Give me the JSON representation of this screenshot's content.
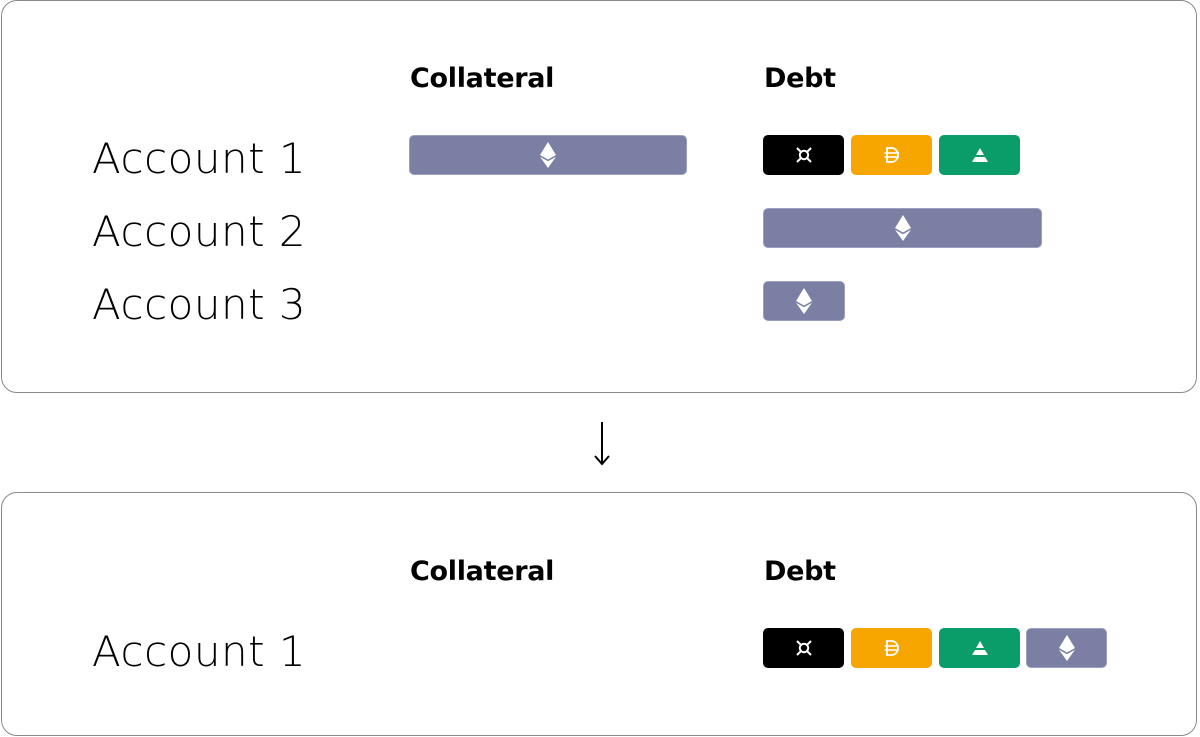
{
  "before": {
    "collateral_header": "Collateral",
    "debt_header": "Debt",
    "accounts": [
      {
        "label": "Account 1",
        "collateral": [
          "eth-icon"
        ],
        "debt": [
          "generic-currency-icon",
          "dai-icon",
          "prism-icon"
        ]
      },
      {
        "label": "Account 2",
        "collateral": [],
        "debt": [
          "eth-icon"
        ]
      },
      {
        "label": "Account 3",
        "collateral": [],
        "debt": [
          "eth-icon"
        ]
      }
    ]
  },
  "arrow": "down-arrow-icon",
  "after": {
    "collateral_header": "Collateral",
    "debt_header": "Debt",
    "accounts": [
      {
        "label": "Account 1",
        "collateral": [],
        "debt": [
          "generic-currency-icon",
          "dai-icon",
          "prism-icon",
          "eth-icon"
        ]
      }
    ]
  },
  "colors": {
    "eth": "#7a7fa3",
    "currency": "#000000",
    "dai": "#f7a600",
    "prism": "#0a9d6a",
    "border": "#8a8a8a"
  }
}
